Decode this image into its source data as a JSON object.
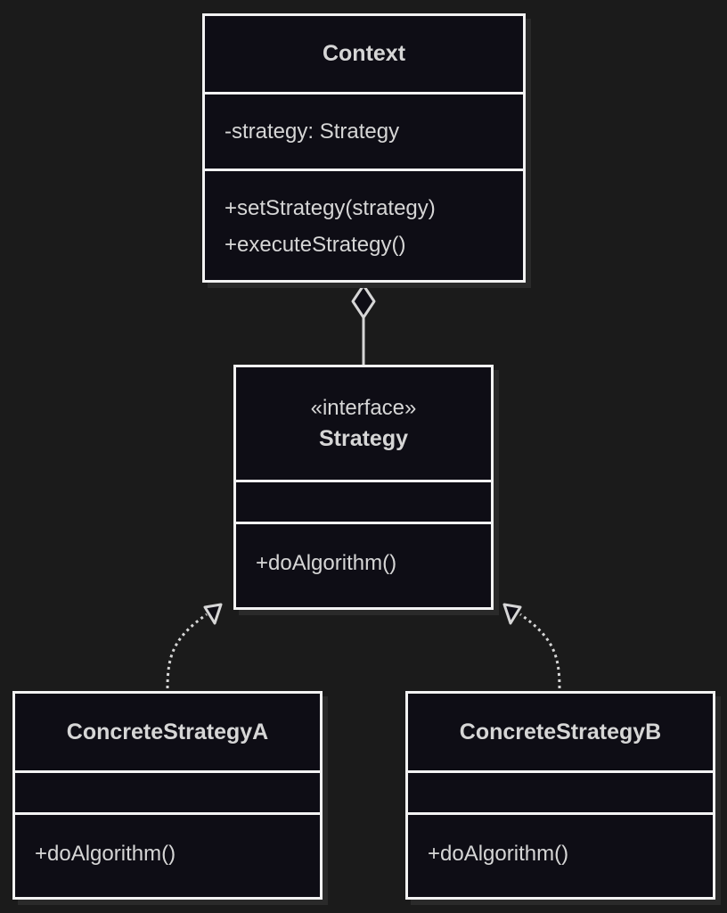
{
  "diagram": {
    "classes": [
      {
        "id": "context",
        "name": "Context",
        "stereotype": "",
        "attributes": [
          "-strategy: Strategy"
        ],
        "methods": [
          "+setStrategy(strategy)",
          "+executeStrategy()"
        ]
      },
      {
        "id": "strategy",
        "name": "Strategy",
        "stereotype": "«interface»",
        "attributes": [],
        "methods": [
          "+doAlgorithm()"
        ]
      },
      {
        "id": "concrete_a",
        "name": "ConcreteStrategyA",
        "stereotype": "",
        "attributes": [],
        "methods": [
          "+doAlgorithm()"
        ]
      },
      {
        "id": "concrete_b",
        "name": "ConcreteStrategyB",
        "stereotype": "",
        "attributes": [],
        "methods": [
          "+doAlgorithm()"
        ]
      }
    ],
    "relations": [
      {
        "from": "context",
        "to": "strategy",
        "type": "aggregation"
      },
      {
        "from": "concrete_a",
        "to": "strategy",
        "type": "realization"
      },
      {
        "from": "concrete_b",
        "to": "strategy",
        "type": "realization"
      }
    ],
    "colors": {
      "background": "#1b1b1b",
      "box_fill": "#0e0d15",
      "border": "#f2f2f2",
      "text": "#d6d6d6",
      "connector": "#d6d6d6"
    }
  }
}
